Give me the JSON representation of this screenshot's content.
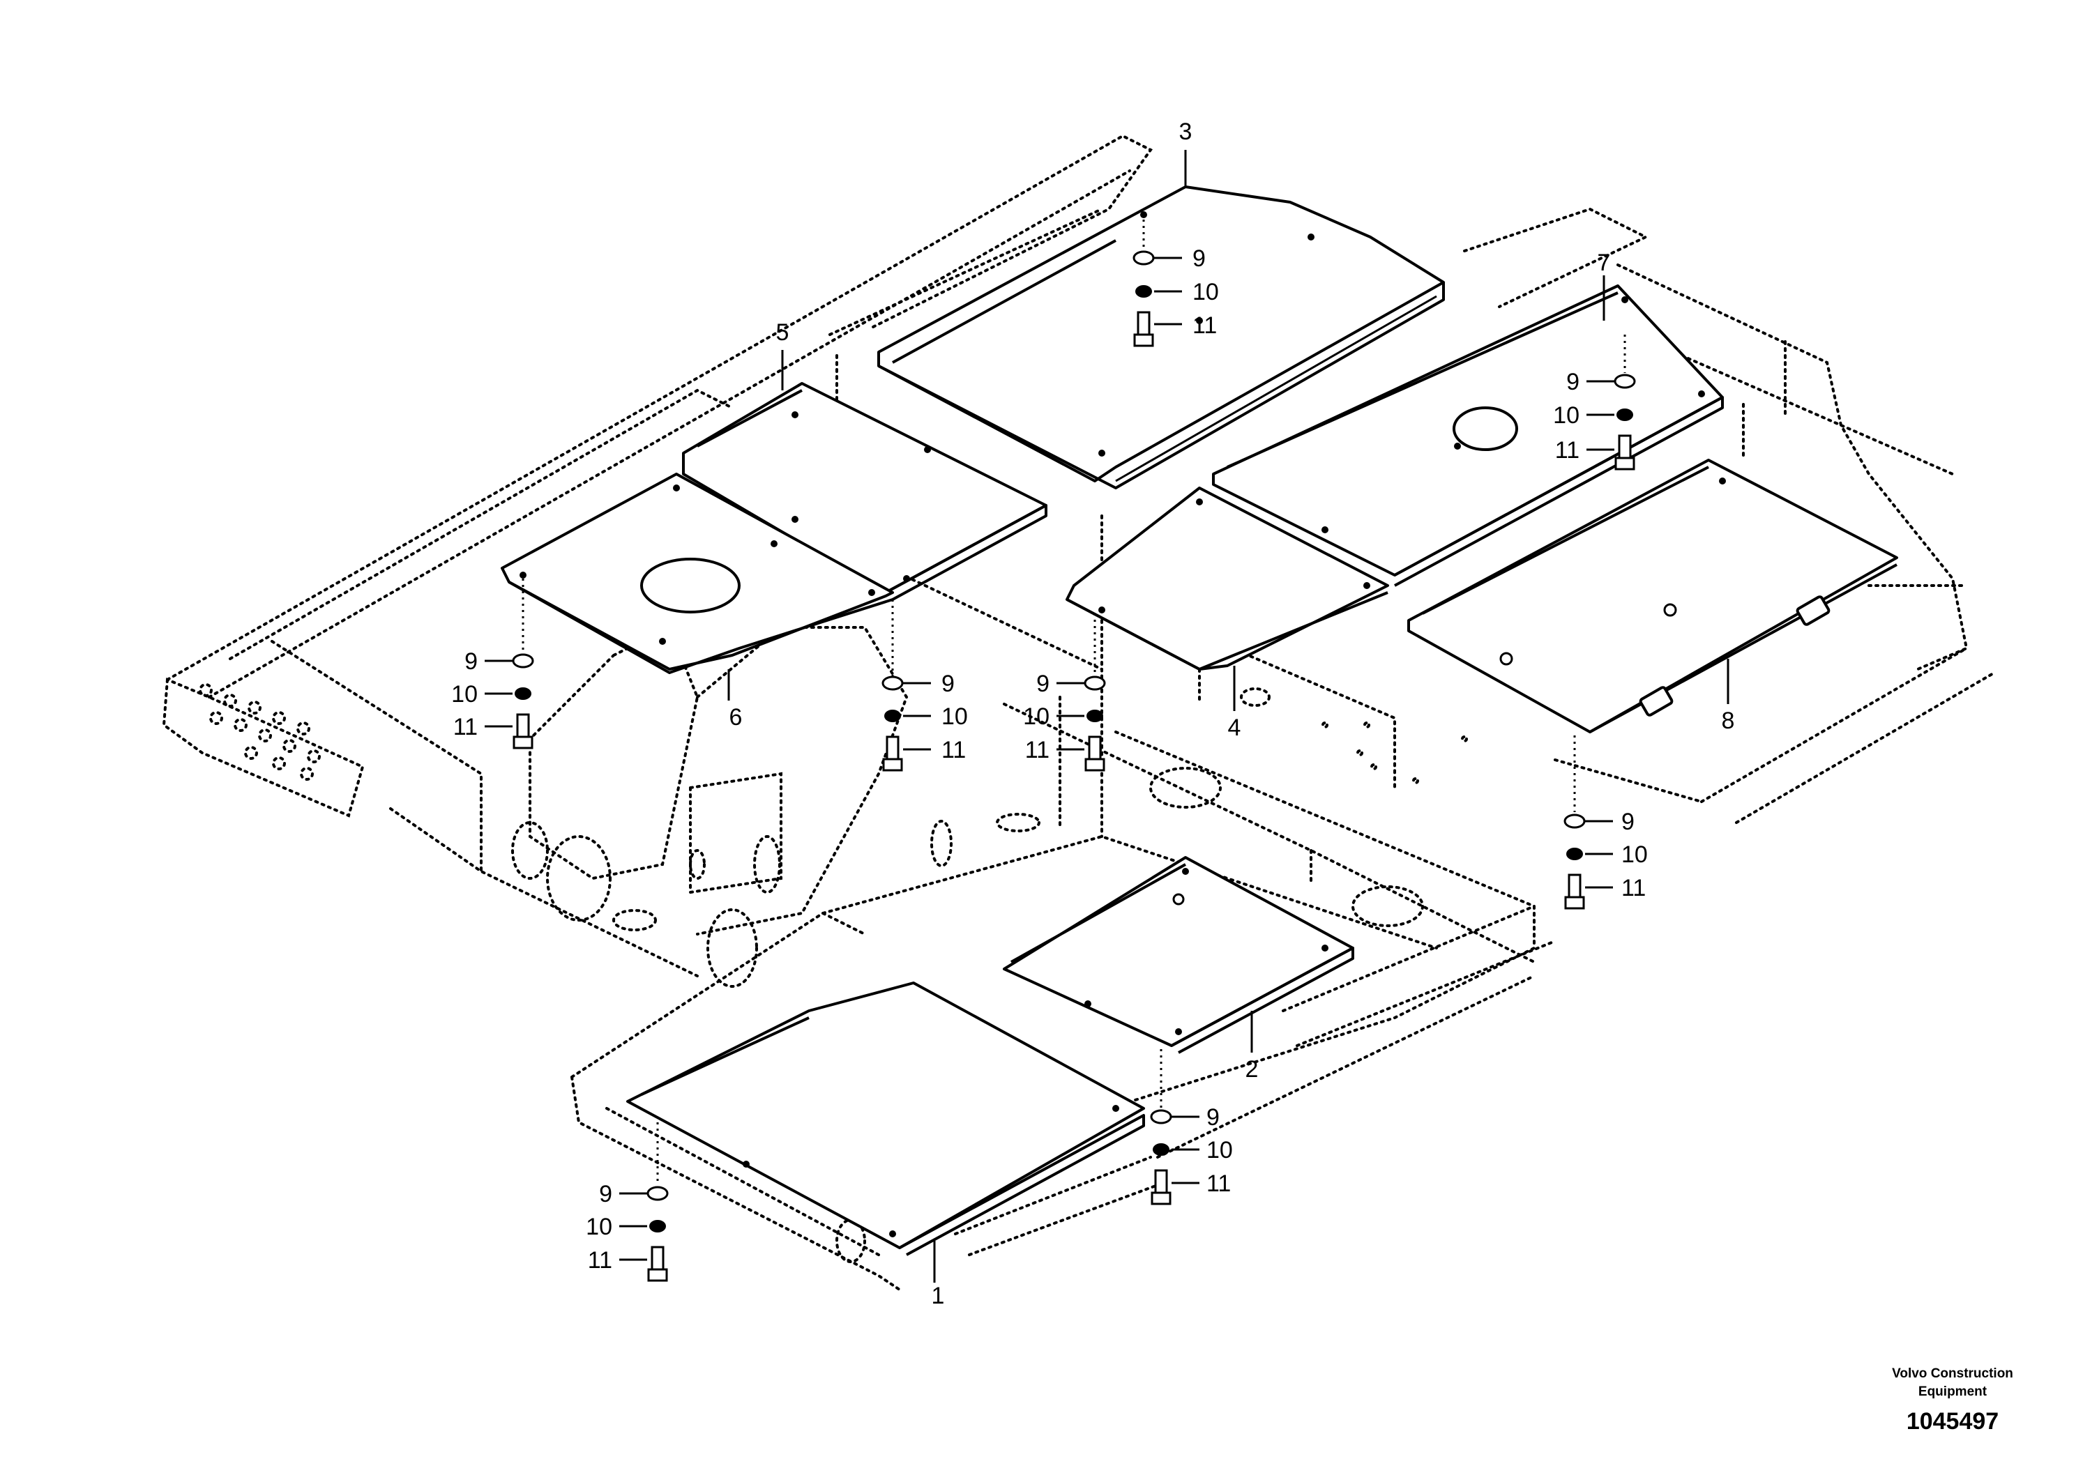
{
  "diagram": {
    "callouts": {
      "p1": "1",
      "p2": "2",
      "p3": "3",
      "p4": "4",
      "p5": "5",
      "p6": "6",
      "p7": "7",
      "p8": "8",
      "washer": "9",
      "lock_washer": "10",
      "bolt": "11"
    }
  },
  "footer": {
    "manufacturer_line1": "Volvo Construction",
    "manufacturer_line2": "Equipment",
    "reference_number": "1045497"
  }
}
